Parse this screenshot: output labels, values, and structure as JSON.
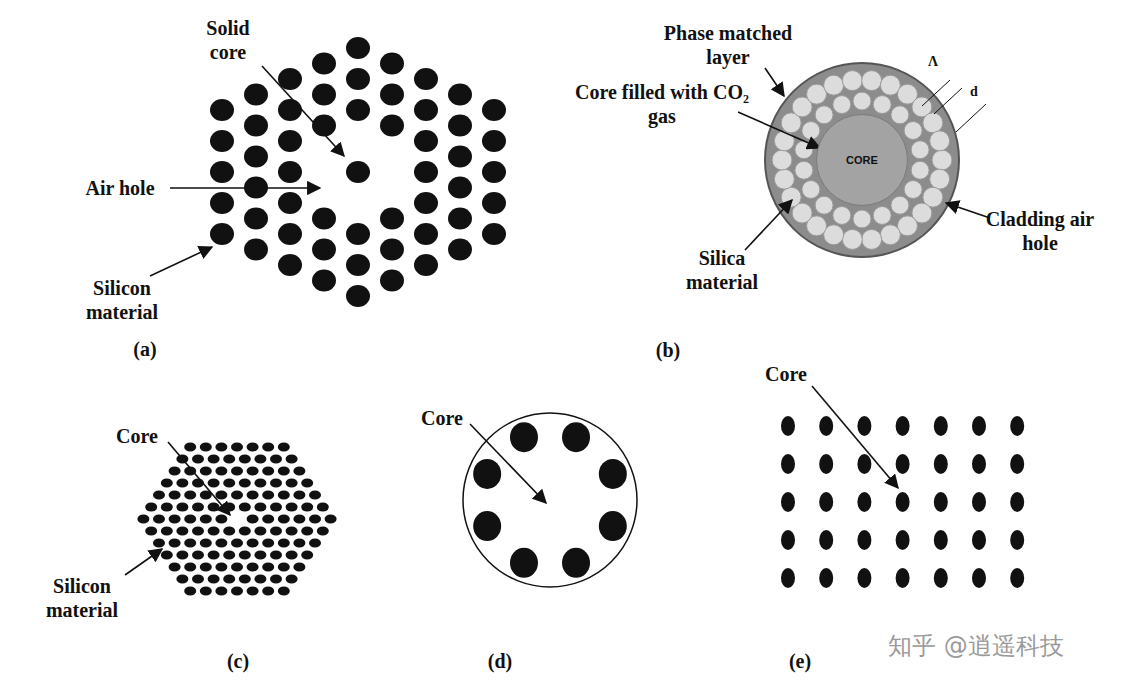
{
  "diagram": {
    "nodes": [
      {
        "text": [
          "CORE"
        ]
      }
    ],
    "labels": [
      "Solid core",
      "Air hole",
      "Silicon material",
      "(a)",
      "Phase matched layer",
      "Core filled with CO₂ gas",
      "Cladding air hole",
      "Silica material",
      "Λ",
      "d",
      "(b)",
      "Core",
      "Silicon material",
      "(c)",
      "Core",
      "(d)",
      "Core",
      "(e)",
      "知乎 @逍遥科技"
    ]
  }
}
